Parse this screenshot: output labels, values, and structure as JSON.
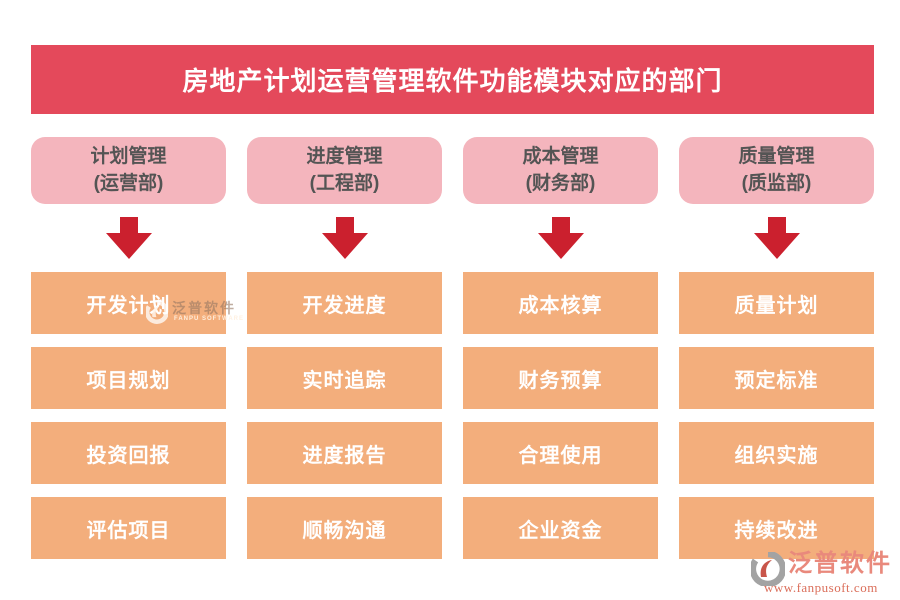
{
  "title": "房地产计划运营管理软件功能模块对应的部门",
  "colors": {
    "banner_bg": "#E4495B",
    "banner_text": "#FFFFFF",
    "arrow": "#CB202E",
    "header_bg": "#F4B5BD",
    "header_text": "#545454",
    "item_bg": "#F3AE7C",
    "item_text": "#FFFFFF",
    "brand_text": "#E9897C",
    "brand_url": "#DB6F5B",
    "brand_mark_grey": "#A3A3A3",
    "brand_mark_red": "#C8554A"
  },
  "columns": [
    {
      "module": "计划管理",
      "department": "(运营部)",
      "items": [
        "开发计划",
        "项目规划",
        "投资回报",
        "评估项目"
      ]
    },
    {
      "module": "进度管理",
      "department": "(工程部)",
      "items": [
        "开发进度",
        "实时追踪",
        "进度报告",
        "顺畅沟通"
      ]
    },
    {
      "module": "成本管理",
      "department": "(财务部)",
      "items": [
        "成本核算",
        "财务预算",
        "合理使用",
        "企业资金"
      ]
    },
    {
      "module": "质量管理",
      "department": "(质监部)",
      "items": [
        "质量计划",
        "预定标准",
        "组织实施",
        "持续改进"
      ]
    }
  ],
  "watermark": {
    "name": "泛普软件",
    "sub": "FANPU SOFTWARE"
  },
  "brand": {
    "name": "泛普软件",
    "url": "www.fanpusoft.com"
  }
}
